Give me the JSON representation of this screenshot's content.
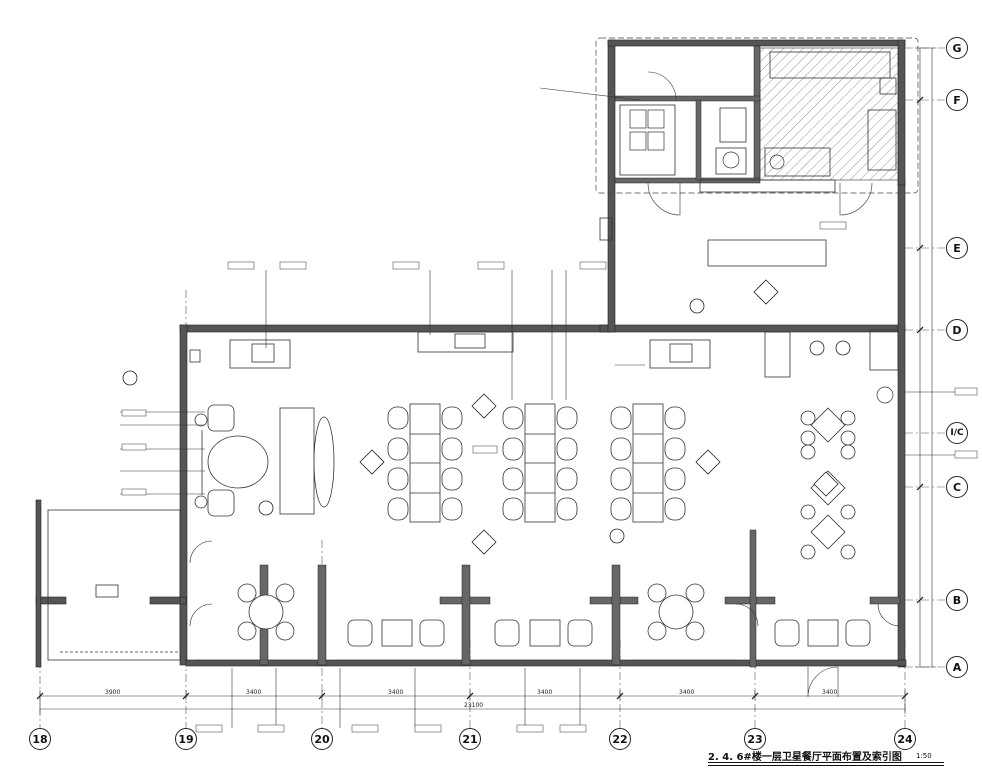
{
  "grid_columns": [
    "18",
    "19",
    "20",
    "21",
    "22",
    "23",
    "24"
  ],
  "grid_rows": [
    "G",
    "F",
    "E",
    "D",
    "I/C",
    "C",
    "B",
    "A"
  ],
  "bottom_dimensions": [
    "3900",
    "3400",
    "3400",
    "3400",
    "3400",
    "3400"
  ],
  "overall_dimension": "23100",
  "title": "2. 4. 6#楼一层卫星餐厅平面布置及索引图",
  "scale": "1:50"
}
